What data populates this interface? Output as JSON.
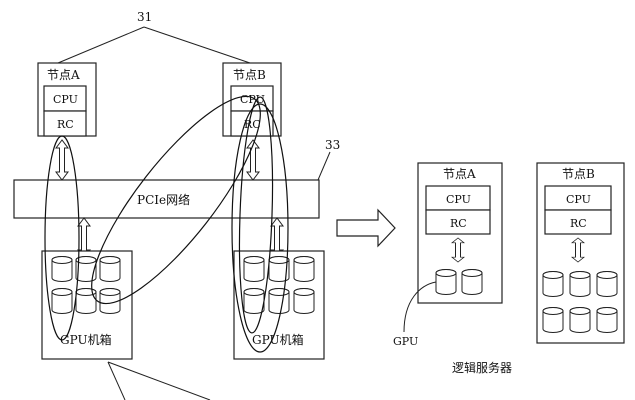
{
  "labels": {
    "ref_31": "31",
    "ref_33": "33",
    "left_node_a": "节点A",
    "left_node_b": "节点B",
    "cpu": "CPU",
    "rc": "RC",
    "pcie_network": "PCIe网络",
    "gpu_box_left": "GPU机箱",
    "gpu_box_right": "GPU机箱",
    "right_node_a": "节点A",
    "right_node_b": "节点B",
    "gpu": "GPU",
    "logical_server": "逻辑服务器"
  }
}
